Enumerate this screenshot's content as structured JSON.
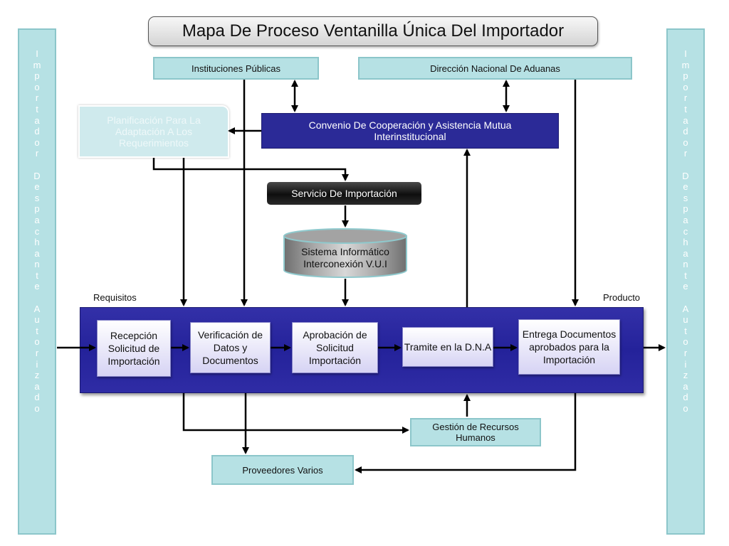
{
  "title": "Mapa De Proceso Ventanilla Única Del Importador",
  "side_text": "I\nm\np\no\nr\nt\na\nd\no\nr\n\nD\ne\ns\np\na\nc\nh\na\nn\nt\ne\n\nA\nu\nt\no\nr\ni\nz\na\nd\no",
  "nodes": {
    "instituciones": "Instituciones Públicas",
    "direccion": "Dirección Nacional De Aduanas",
    "convenio": "Convenio De Cooperación y Asistencia Mutua Interinstitucional",
    "planificacion": "Planificación Para La Adaptación A Los Requerimientos",
    "servicio": "Servicio De Importación",
    "sistema": "Sistema Informático Interconexión V.U.I",
    "gestion": "Gestión de Recursos Humanos",
    "proveedores": "Proveedores Varios"
  },
  "labels": {
    "requisitos": "Requisitos",
    "producto": "Producto"
  },
  "steps": [
    "Recepción Solicitud de Importación",
    "Verificación de Datos y Documentos",
    "Aprobación de Solicitud Importación",
    "Tramite en la D.N.A",
    "Entrega Documentos aprobados para la Importación"
  ],
  "colors": {
    "teal": "#b6e1e4",
    "navy": "#2b2a97",
    "title_bg": "#e6e6e6"
  }
}
